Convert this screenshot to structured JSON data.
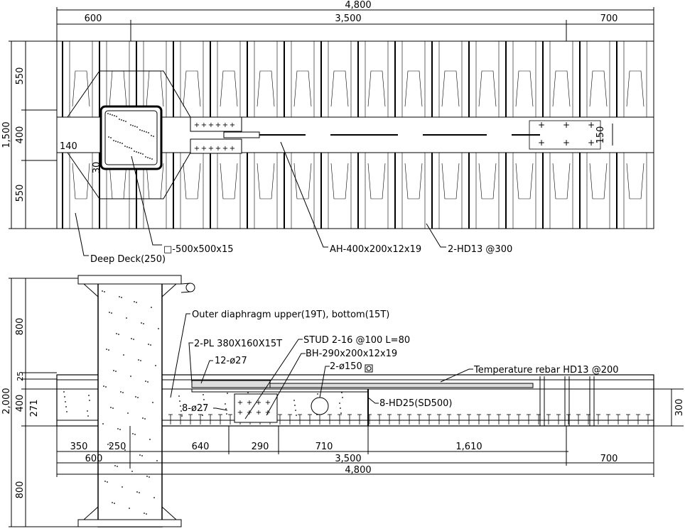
{
  "plan": {
    "dims_top": {
      "total": "4,800",
      "left": "600",
      "mid": "3,500",
      "right": "700"
    },
    "dims_left": {
      "total": "1,500",
      "top": "550",
      "mid": "400",
      "bot": "550"
    },
    "small_140": "140",
    "small_30": "30",
    "small_150": "150",
    "labels": {
      "deep_deck": "Deep Deck(250)",
      "column": "□-500x500x15",
      "beam": "AH-400x200x12x19",
      "rebar": "2-HD13 @300"
    }
  },
  "section": {
    "dims_left": {
      "total": "2,000",
      "top": "800",
      "slab_a": "25",
      "slab_b": "400",
      "slab_c": "271",
      "bot": "800"
    },
    "dim_right": "300",
    "labels": {
      "diaphragm": "Outer diaphragm upper(19T), bottom(15T)",
      "pl": "2-PL 380X160X15T",
      "stud": "STUD 2-16 @100 L=80",
      "bh": "BH-290x200x12x19",
      "holes12": "12-ø27",
      "holes2": "2-ø150",
      "temp": "Temperature rebar HD13 @200",
      "holes8": "8-ø27",
      "hd25": "8-HD25(SD500)"
    },
    "dims_bottom_row1": [
      "350",
      "250",
      "640",
      "290",
      "710",
      "1,610"
    ],
    "dims_bottom_row2": {
      "left": "600",
      "mid": "3,500",
      "right": "700"
    },
    "dims_bottom_total": "4,800"
  }
}
